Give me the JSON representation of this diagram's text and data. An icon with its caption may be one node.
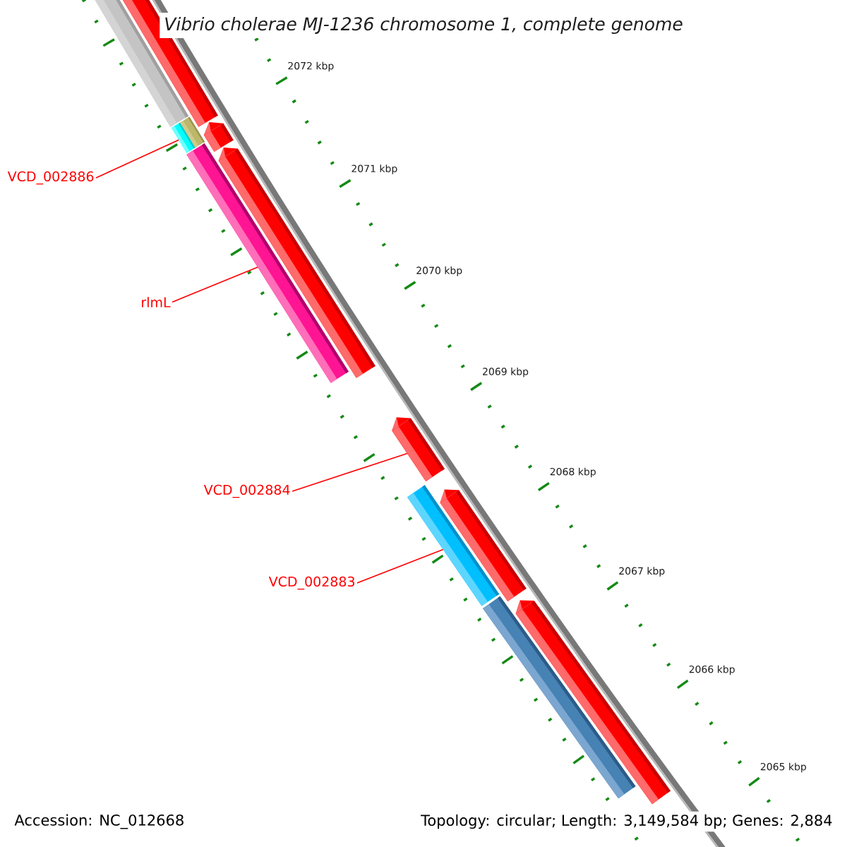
{
  "diagram": {
    "title": "Vibrio cholerae MJ-1236 chromosome 1, complete genome",
    "nodes": [
      {
        "text": [
          "VCD_002886"
        ]
      },
      {
        "text": [
          "rlmL"
        ]
      },
      {
        "text": [
          "VCD_002884"
        ]
      },
      {
        "text": [
          "VCD_002883"
        ]
      },
      {
        "text": [],
        "shape": "bar"
      },
      {
        "text": [],
        "shape": "bar"
      },
      {
        "text": [],
        "shape": "bar"
      },
      {
        "text": [],
        "shape": "bar"
      },
      {
        "text": [],
        "shape": "bar"
      },
      {
        "text": [],
        "shape": "bar"
      },
      {
        "text": [],
        "shape": "bar"
      },
      {
        "text": [],
        "shape": "bar"
      },
      {
        "text": [],
        "shape": "bar"
      },
      {
        "text": [],
        "shape": "bar"
      },
      {
        "text": [],
        "shape": "bar"
      },
      {
        "text": [],
        "shape": "bar"
      }
    ],
    "edges": [
      {
        "from": 0,
        "to": 8,
        "arrow": "none"
      },
      {
        "from": 1,
        "to": 10,
        "arrow": "none"
      },
      {
        "from": 2,
        "to": 11,
        "arrow": "none"
      },
      {
        "from": 3,
        "to": 13,
        "arrow": "none"
      }
    ],
    "labels": [
      "2072 kbp",
      "2071 kbp",
      "2070 kbp",
      "2069 kbp",
      "2068 kbp",
      "2067 kbp",
      "2066 kbp",
      "2065 kbp",
      "Accession: NC_012668",
      "Topology: circular; Length: 3,149,584 bp; Genes: 2,884"
    ]
  }
}
